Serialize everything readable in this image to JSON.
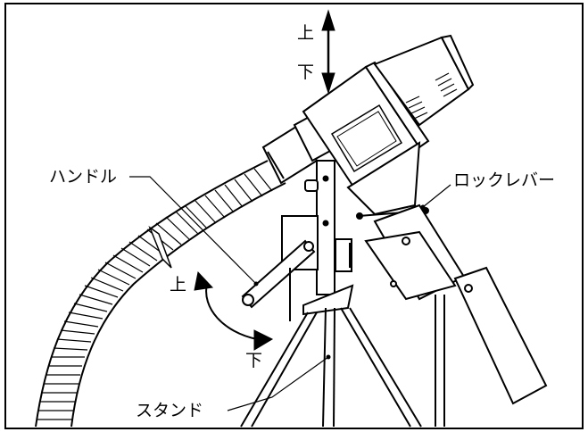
{
  "labels": {
    "handle": "ハンドル",
    "lock_lever": "ロックレバー",
    "stand": "スタンド",
    "up_top": "上",
    "down_top": "下",
    "up_left": "上",
    "down_left": "下"
  }
}
